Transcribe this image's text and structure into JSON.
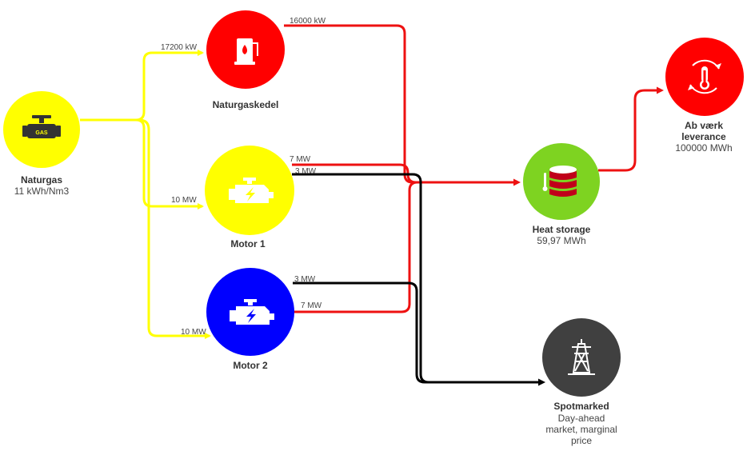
{
  "nodes": {
    "naturgas": {
      "title": "Naturgas",
      "subtitle": "11 kWh/Nm3",
      "icon": "gas-valve-icon",
      "color": "#ffff00"
    },
    "naturgaskedel": {
      "title": "Naturgaskedel",
      "icon": "boiler-icon",
      "color": "#ff0000"
    },
    "motor1": {
      "title": "Motor 1",
      "icon": "engine-icon",
      "color": "#ffff00"
    },
    "motor2": {
      "title": "Motor 2",
      "icon": "engine-icon",
      "color": "#0000ff"
    },
    "heat_storage": {
      "title": "Heat storage",
      "subtitle": "59,97 MWh",
      "icon": "storage-tank-icon",
      "color": "#7ed321"
    },
    "ab_vaerk": {
      "title_line1": "Ab værk",
      "title_line2": "leverance",
      "subtitle": "100000 MWh",
      "icon": "thermometer-cycle-icon",
      "color": "#ff0000"
    },
    "spotmarked": {
      "title": "Spotmarked",
      "sub_line1": "Day-ahead",
      "sub_line2": "market, marginal",
      "sub_line3": "price",
      "icon": "power-pylon-icon",
      "color": "#404040"
    }
  },
  "edges": {
    "gas_to_kedel": "17200 kW",
    "gas_to_motor1": "10 MW",
    "gas_to_motor2": "10 MW",
    "kedel_to_storage": "16000 kW",
    "motor1_heat": "7 MW",
    "motor1_power": "3 MW",
    "motor2_power": "3 MW",
    "motor2_heat": "7 MW"
  },
  "colors": {
    "gas_flow": "#ffff00",
    "heat_flow": "#ee1111",
    "power_flow": "#000000"
  }
}
